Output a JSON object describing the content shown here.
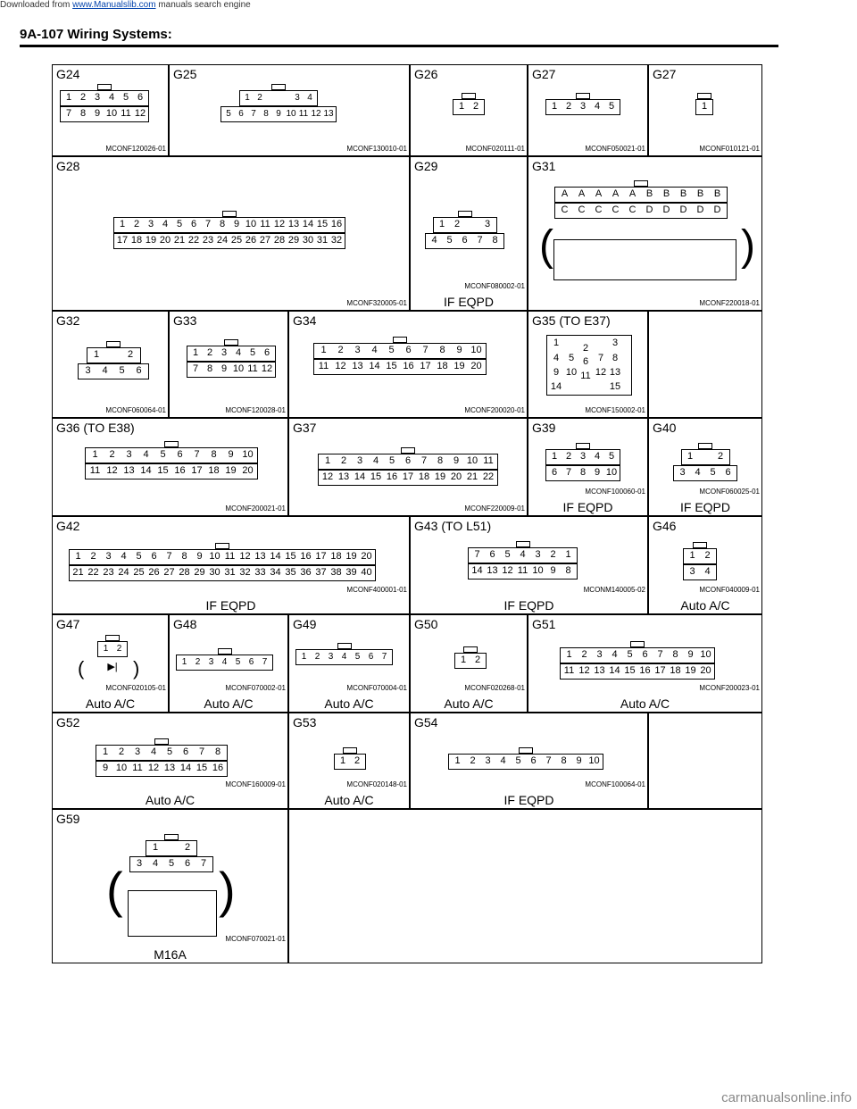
{
  "top": {
    "downloaded_from": "Downloaded from",
    "site": "www.Manualslib.com",
    "suffix": "manuals search engine"
  },
  "header": {
    "title": "9A-107   Wiring Systems:"
  },
  "footer": {
    "site": "carmanualsonline.info"
  },
  "cells": {
    "g24": {
      "label": "G24",
      "code": "MCONF120026-01",
      "rows": [
        [
          "1",
          "2",
          "3",
          "4",
          "5",
          "6"
        ],
        [
          "7",
          "8",
          "9",
          "10",
          "11",
          "12"
        ]
      ]
    },
    "g25": {
      "label": "G25",
      "code": "MCONF130010-01",
      "rows": [
        [
          "1",
          "2",
          "",
          "",
          "3",
          "4"
        ],
        [
          "5",
          "6",
          "7",
          "8",
          "9",
          "10",
          "11",
          "12",
          "13"
        ]
      ]
    },
    "g26": {
      "label": "G26",
      "code": "MCONF020111-01",
      "rows": [
        [
          "1",
          "2"
        ]
      ]
    },
    "g27a": {
      "label": "G27",
      "code": "MCONF050021-01",
      "rows": [
        [
          "1",
          "2",
          "3",
          "4",
          "5"
        ]
      ]
    },
    "g27b": {
      "label": "G27",
      "code": "MCONF010121-01",
      "rows": [
        [
          "1"
        ]
      ]
    },
    "g28": {
      "label": "G28",
      "code": "MCONF320005-01",
      "rows": [
        [
          "1",
          "2",
          "3",
          "4",
          "5",
          "6",
          "7",
          "8",
          "9",
          "10",
          "11",
          "12",
          "13",
          "14",
          "15",
          "16"
        ],
        [
          "17",
          "18",
          "19",
          "20",
          "21",
          "22",
          "23",
          "24",
          "25",
          "26",
          "27",
          "28",
          "29",
          "30",
          "31",
          "32"
        ]
      ]
    },
    "g29": {
      "label": "G29",
      "code": "MCONF080002-01",
      "caption": "IF EQPD",
      "rows": [
        [
          "1",
          "2",
          "",
          "3"
        ],
        [
          "4",
          "5",
          "6",
          "7",
          "8"
        ]
      ]
    },
    "g31": {
      "label": "G31",
      "code": "MCONF220018-01",
      "rows": [
        [
          "A",
          "A",
          "A",
          "A",
          "A",
          "B",
          "B",
          "B",
          "B",
          "B"
        ],
        [
          "C",
          "C",
          "C",
          "C",
          "C",
          "D",
          "D",
          "D",
          "D",
          "D"
        ]
      ]
    },
    "g32": {
      "label": "G32",
      "code": "MCONF060064-01",
      "rows": [
        [
          "1",
          "",
          "2"
        ],
        [
          "3",
          "4",
          "5",
          "6"
        ]
      ]
    },
    "g33": {
      "label": "G33",
      "code": "MCONF120028-01",
      "rows": [
        [
          "1",
          "2",
          "3",
          "4",
          "5",
          "6"
        ],
        [
          "7",
          "8",
          "9",
          "10",
          "11",
          "12"
        ]
      ]
    },
    "g34": {
      "label": "G34",
      "code": "MCONF200020-01",
      "rows": [
        [
          "1",
          "2",
          "3",
          "4",
          "5",
          "6",
          "7",
          "8",
          "9",
          "10"
        ],
        [
          "11",
          "12",
          "13",
          "14",
          "15",
          "16",
          "17",
          "18",
          "19",
          "20"
        ]
      ]
    },
    "g35": {
      "label": "G35 (TO E37)",
      "code": "MCONF150002-01",
      "pins": [
        "1",
        "2",
        "3",
        "4",
        "5",
        "6",
        "7",
        "8",
        "9",
        "10",
        "11",
        "12",
        "13",
        "14",
        "15"
      ]
    },
    "g36": {
      "label": "G36 (TO E38)",
      "code": "MCONF200021-01",
      "rows": [
        [
          "1",
          "2",
          "3",
          "4",
          "5",
          "6",
          "7",
          "8",
          "9",
          "10"
        ],
        [
          "11",
          "12",
          "13",
          "14",
          "15",
          "16",
          "17",
          "18",
          "19",
          "20"
        ]
      ]
    },
    "g37": {
      "label": "G37",
      "code": "MCONF220009-01",
      "rows": [
        [
          "1",
          "2",
          "3",
          "4",
          "5",
          "6",
          "7",
          "8",
          "9",
          "10",
          "11"
        ],
        [
          "12",
          "13",
          "14",
          "15",
          "16",
          "17",
          "18",
          "19",
          "20",
          "21",
          "22"
        ]
      ]
    },
    "g39": {
      "label": "G39",
      "code": "MCONF100060-01",
      "caption": "IF EQPD",
      "rows": [
        [
          "1",
          "2",
          "3",
          "4",
          "5"
        ],
        [
          "6",
          "7",
          "8",
          "9",
          "10"
        ]
      ]
    },
    "g40": {
      "label": "G40",
      "code": "MCONF060025-01",
      "caption": "IF EQPD",
      "rows": [
        [
          "1",
          "",
          "2"
        ],
        [
          "3",
          "4",
          "5",
          "6"
        ]
      ]
    },
    "g42": {
      "label": "G42",
      "code": "MCONF400001-01",
      "caption": "IF EQPD",
      "rows": [
        [
          "1",
          "2",
          "3",
          "4",
          "5",
          "6",
          "7",
          "8",
          "9",
          "10",
          "11",
          "12",
          "13",
          "14",
          "15",
          "16",
          "17",
          "18",
          "19",
          "20"
        ],
        [
          "21",
          "22",
          "23",
          "24",
          "25",
          "26",
          "27",
          "28",
          "29",
          "30",
          "31",
          "32",
          "33",
          "34",
          "35",
          "36",
          "37",
          "38",
          "39",
          "40"
        ]
      ]
    },
    "g43": {
      "label": "G43 (TO L51)",
      "code": "MCONM140005-02",
      "caption": "IF EQPD",
      "rows": [
        [
          "7",
          "6",
          "5",
          "4",
          "3",
          "2",
          "1"
        ],
        [
          "14",
          "13",
          "12",
          "11",
          "10",
          "9",
          "8"
        ]
      ]
    },
    "g46": {
      "label": "G46",
      "code": "MCONF040009-01",
      "caption": "Auto A/C",
      "rows": [
        [
          "1",
          "2"
        ],
        [
          "3",
          "4"
        ]
      ]
    },
    "g47": {
      "label": "G47",
      "code": "MCONF020105-01",
      "caption": "Auto A/C",
      "rows": [
        [
          "1",
          "2"
        ]
      ]
    },
    "g48": {
      "label": "G48",
      "code": "MCONF070002-01",
      "caption": "Auto A/C",
      "rows": [
        [
          "1",
          "2",
          "3",
          "4",
          "5",
          "6",
          "7"
        ]
      ]
    },
    "g49": {
      "label": "G49",
      "code": "MCONF070004-01",
      "caption": "Auto A/C",
      "rows": [
        [
          "1",
          "2",
          "3",
          "4",
          "5",
          "6",
          "7"
        ]
      ]
    },
    "g50": {
      "label": "G50",
      "code": "MCONF020268-01",
      "caption": "Auto A/C",
      "rows": [
        [
          "1",
          "2"
        ]
      ]
    },
    "g51": {
      "label": "G51",
      "code": "MCONF200023-01",
      "caption": "Auto A/C",
      "rows": [
        [
          "1",
          "2",
          "3",
          "4",
          "5",
          "6",
          "7",
          "8",
          "9",
          "10"
        ],
        [
          "11",
          "12",
          "13",
          "14",
          "15",
          "16",
          "17",
          "18",
          "19",
          "20"
        ]
      ]
    },
    "g52": {
      "label": "G52",
      "code": "MCONF160009-01",
      "caption": "Auto A/C",
      "rows": [
        [
          "1",
          "2",
          "3",
          "4",
          "5",
          "6",
          "7",
          "8"
        ],
        [
          "9",
          "10",
          "11",
          "12",
          "13",
          "14",
          "15",
          "16"
        ]
      ]
    },
    "g53": {
      "label": "G53",
      "code": "MCONF020148-01",
      "caption": "Auto A/C",
      "rows": [
        [
          "1",
          "2"
        ]
      ]
    },
    "g54": {
      "label": "G54",
      "code": "MCONF100064-01",
      "caption": "IF EQPD",
      "rows": [
        [
          "1",
          "2",
          "3",
          "4",
          "5",
          "6",
          "7",
          "8",
          "9",
          "10"
        ]
      ]
    },
    "g59": {
      "label": "G59",
      "code": "MCONF070021-01",
      "caption": "M16A",
      "rows": [
        [
          "1",
          "",
          "2"
        ],
        [
          "3",
          "4",
          "5",
          "6",
          "7"
        ]
      ]
    }
  }
}
